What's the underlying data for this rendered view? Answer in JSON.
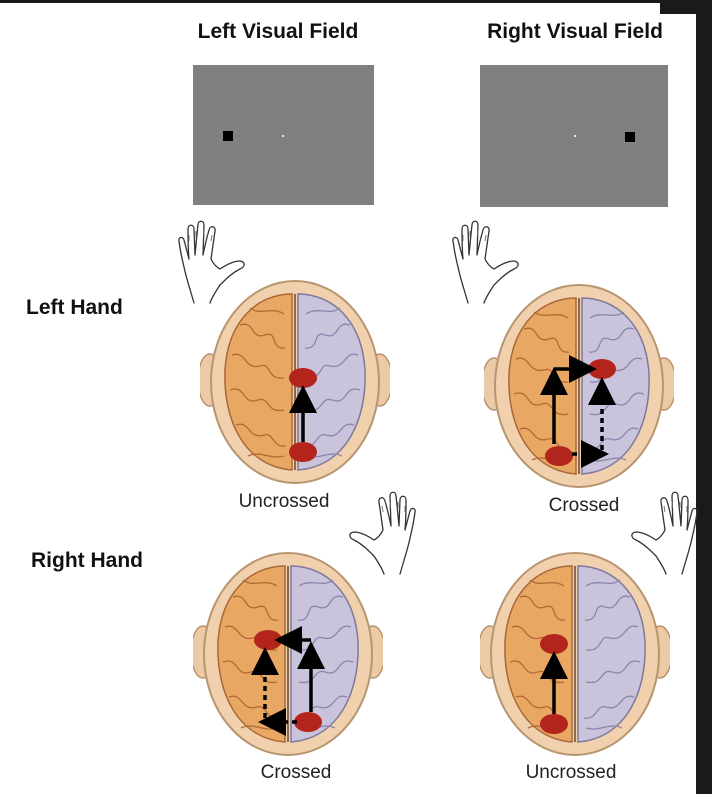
{
  "columns": {
    "left": "Left Visual Field",
    "right": "Right Visual Field"
  },
  "rows": {
    "left_hand": "Left Hand",
    "right_hand": "Right Hand"
  },
  "captions": {
    "lh_lvf": "Uncrossed",
    "lh_rvf": "Crossed",
    "rh_lvf": "Crossed",
    "rh_rvf": "Uncrossed"
  },
  "colors": {
    "screen": "#808080",
    "left_hemisphere": "#e9a764",
    "right_hemisphere": "#c9c3dc",
    "activation": "#b3241c"
  }
}
